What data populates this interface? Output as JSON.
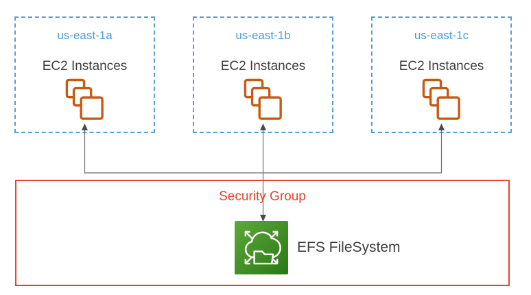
{
  "zones": [
    {
      "name": "us-east-1a",
      "service": "EC2 Instances"
    },
    {
      "name": "us-east-1b",
      "service": "EC2 Instances"
    },
    {
      "name": "us-east-1c",
      "service": "EC2 Instances"
    }
  ],
  "security_group": {
    "label": "Security Group"
  },
  "efs": {
    "label": "EFS FileSystem"
  },
  "colors": {
    "az-border": "#5B9BD5",
    "az-title": "#4B9CD8",
    "text-dark": "#3F3F3F",
    "ec2-orange": "#C55A11",
    "sg-red": "#E8432C",
    "connector-line": "#6E6E6E",
    "arrow-head": "#4A4A4A",
    "efs-green-light": "#5CA93B",
    "efs-green-dark": "#2B7815"
  }
}
